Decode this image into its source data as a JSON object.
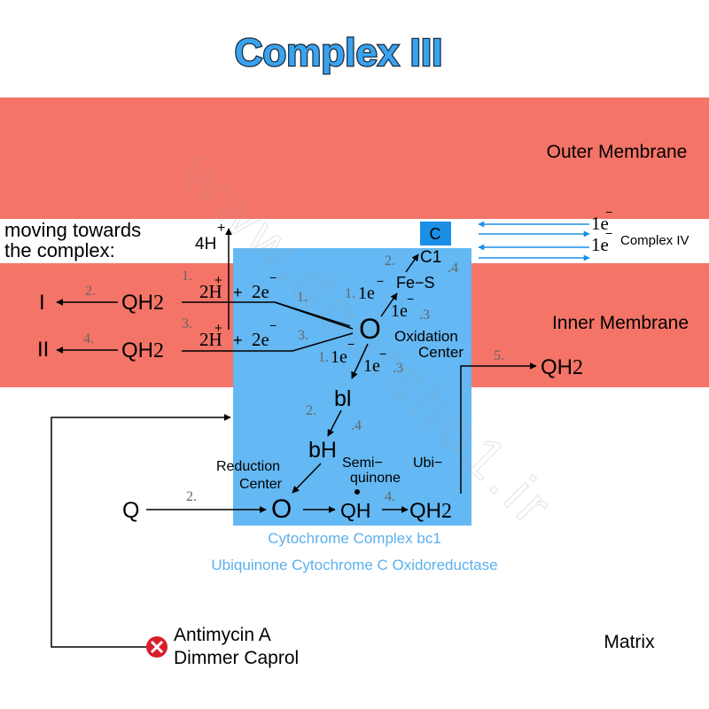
{
  "title": "Complex III",
  "watermark": "www.doorsho1.ir",
  "membranes": {
    "outer_label": "Outer Membrane",
    "inner_label": "Inner Membrane",
    "matrix_label": "Matrix"
  },
  "left_note": {
    "line1": "moving towards",
    "line2": "the complex:",
    "proton": "4H",
    "proton_sup": "+"
  },
  "cytochrome_c": {
    "label": "C",
    "electron_top": "1e",
    "electron_bottom": "1e",
    "electron_sup": "−",
    "complex_iv": "Complex IV"
  },
  "left_reactions": {
    "row1": {
      "source": "I",
      "step_arrow": "2.",
      "qh2": "QH",
      "qh2_sub": "2",
      "step_up": "1.",
      "protons": "2H",
      "protons_sup": "+",
      "plus": "+",
      "electrons": "2e",
      "electrons_sup": "−",
      "step_in": "1."
    },
    "row2": {
      "source": "II",
      "step_arrow": "4.",
      "qh2": "QH",
      "qh2_sub": "2",
      "step_up": "3.",
      "protons": "2H",
      "protons_sup": "+",
      "plus": "+",
      "electrons": "2e",
      "electrons_sup": "−",
      "step_in": "3."
    }
  },
  "oxidation_center": {
    "symbol": "O",
    "label1": "Oxidation",
    "label2": "Center",
    "c1": "C1",
    "c1_step": "2.",
    "c1_step_right": ".4",
    "fes": "Fe−S",
    "e_to_fes_step": "1.",
    "e_to_fes": "1e",
    "e_from_fes": "1e",
    "e_from_fes_step": ".3",
    "e_down_left_step": "1.",
    "e_down_left": "1e",
    "e_down_right": "1e",
    "e_down_right_step": ".3",
    "e_sup": "−"
  },
  "heme": {
    "bl": "bl",
    "step_left": "2.",
    "step_right": ".4",
    "bh": "bH"
  },
  "reduction_center": {
    "label1": "Reduction",
    "label2": "Center",
    "semi1": "Semi−",
    "semi2": "quinone",
    "ubi": "Ubi−",
    "q": "Q",
    "q_step": "2.",
    "symbol": "O",
    "qh": "QH",
    "qh_step": "4.",
    "qh2": "QH",
    "qh2_sub": "2"
  },
  "output": {
    "step": "5.",
    "qh2": "QH",
    "qh2_sub": "2"
  },
  "complex_names": {
    "line1": "Cytochrome Complex bc1",
    "line2": "Ubiquinone Cytochrome C Oxidoreductase"
  },
  "inhibitors": {
    "line1": "Antimycin A",
    "line2": "Dimmer Caprol",
    "icon": "inhibit-x-icon"
  },
  "colors": {
    "membrane": "#f47468",
    "complex": "#64b8f3",
    "cyt_c": "#1b8fe6",
    "title_fill": "#3aa3f0",
    "label_blue": "#5bb0ec",
    "step_gray": "#666666",
    "inhibit": "#d91e2b"
  }
}
